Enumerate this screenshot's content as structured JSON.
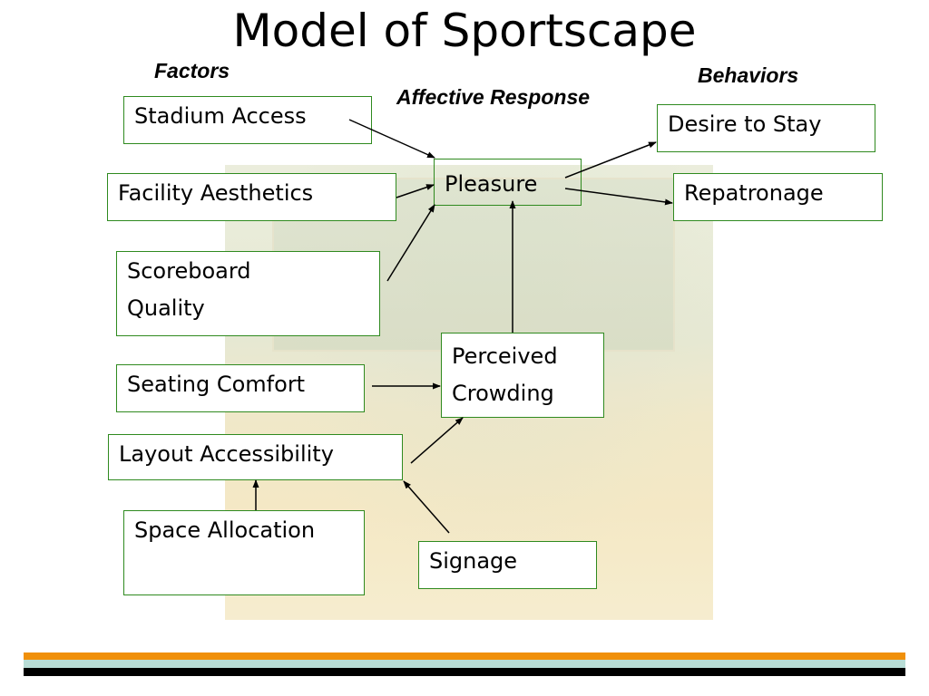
{
  "title": "Model of Sportscape",
  "headings": {
    "factors": "Factors",
    "affective": "Affective Response",
    "behaviors": "Behaviors"
  },
  "boxes": {
    "stadium_access": "Stadium Access",
    "facility_aesthetics": "Facility Aesthetics",
    "scoreboard_quality_line1": "Scoreboard",
    "scoreboard_quality_line2": "Quality",
    "seating_comfort": "Seating Comfort",
    "layout_accessibility": "Layout Accessibility",
    "space_allocation": "Space Allocation",
    "signage": "Signage",
    "pleasure": "Pleasure",
    "perceived_crowding_line1": "Perceived",
    "perceived_crowding_line2": "Crowding",
    "desire_to_stay": "Desire to Stay",
    "repatronage": "Repatronage"
  },
  "colors": {
    "box_border": "#2f8a1f",
    "footer_orange": "#f0900a",
    "footer_teal": "#b9ddd6",
    "footer_black": "#000000"
  }
}
